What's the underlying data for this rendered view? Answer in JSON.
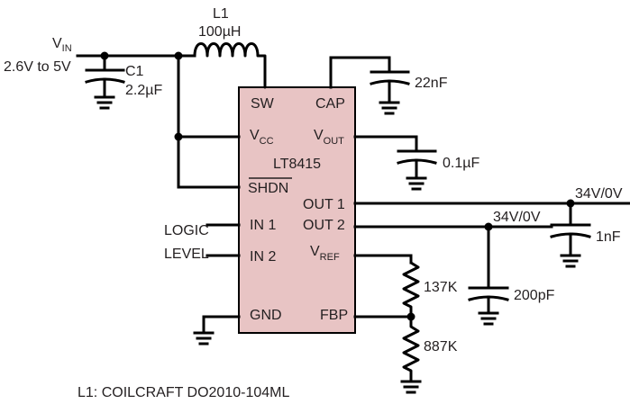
{
  "chip": {
    "name": "LT8415",
    "fill_color": "#e8c4c4",
    "pins": {
      "sw": "SW",
      "cap": "CAP",
      "vcc_main": "V",
      "vcc_sub": "CC",
      "vout_main": "V",
      "vout_sub": "OUT",
      "shdn": "SHDN",
      "out1": "OUT 1",
      "out2": "OUT 2",
      "in1": "IN 1",
      "in2": "IN 2",
      "vref_main": "V",
      "vref_sub": "REF",
      "gnd": "GND",
      "fbp": "FBP"
    }
  },
  "labels": {
    "vin_main": "V",
    "vin_sub": "IN",
    "vin_range": "2.6V to 5V",
    "l1_name": "L1",
    "l1_value": "100µH",
    "c1_name": "C1",
    "c1_value": "2.2µF",
    "cap_22nf": "22nF",
    "cap_01uf": "0.1µF",
    "out1_voltage": "34V/0V",
    "cap_1nf": "1nF",
    "out2_voltage": "34V/0V",
    "cap_200pf": "200pF",
    "logic": "LOGIC",
    "level": "LEVEL",
    "r_top": "137K",
    "r_bottom": "887K",
    "footnote": "L1: COILCRAFT DO2010-104ML"
  }
}
